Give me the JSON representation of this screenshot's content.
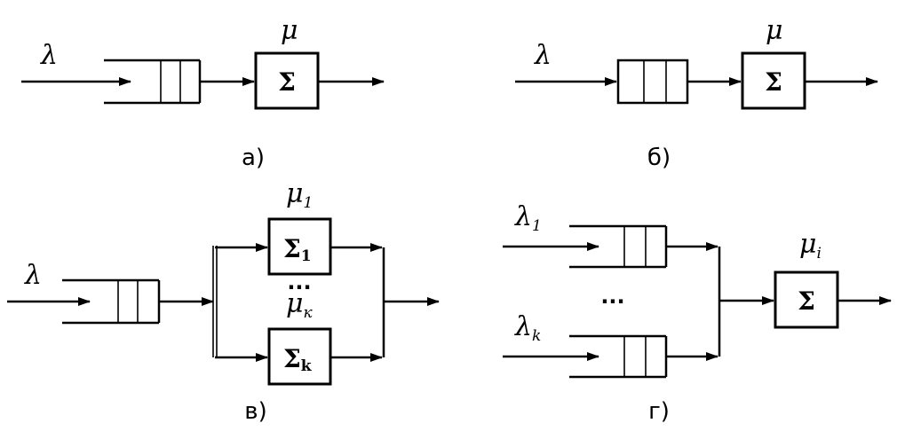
{
  "panels": {
    "a": {
      "caption": "а)",
      "arrival_symbol": "λ",
      "service_symbol": "μ",
      "server_label": "Σ"
    },
    "b": {
      "caption": "б)",
      "arrival_symbol": "λ",
      "service_symbol": "μ",
      "server_label": "Σ"
    },
    "v": {
      "caption": "в)",
      "arrival_symbol": "λ",
      "ellipsis": "...",
      "servers": [
        {
          "service_symbol": "μ",
          "service_sub": "1",
          "label": "Σ",
          "label_sub": "1"
        },
        {
          "service_symbol": "μ",
          "service_sub": "к",
          "label": "Σ",
          "label_sub": "k"
        }
      ]
    },
    "g": {
      "caption": "г)",
      "ellipsis": "...",
      "arrivals": [
        {
          "symbol": "λ",
          "sub": "1"
        },
        {
          "symbol": "λ",
          "sub": "k"
        }
      ],
      "service_symbol": "μ",
      "service_sub": "i",
      "server_label": "Σ"
    }
  }
}
